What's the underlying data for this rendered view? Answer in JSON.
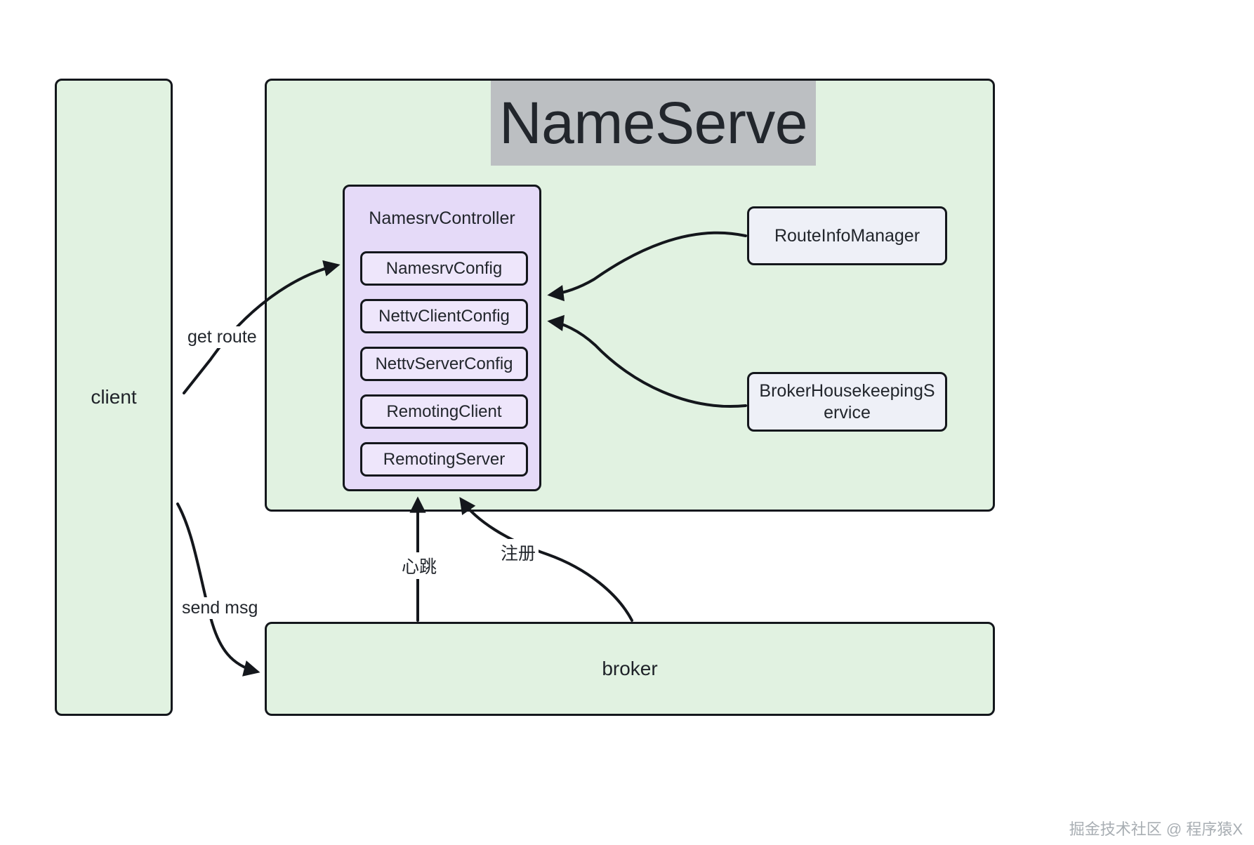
{
  "diagram": {
    "title": "NameServe",
    "watermark": "掘金技术社区 @ 程序猿X",
    "colors": {
      "green_fill": "#e1f2e1",
      "purple_fill": "#e5daf8",
      "purple_sub_fill": "#eee6fb",
      "light_box_fill": "#eef0f7",
      "title_highlight": "#bcbfc2",
      "stroke": "#14171c",
      "text": "#22262c",
      "watermark": "#9aa0a6"
    },
    "nodes": {
      "client": {
        "label": "client",
        "shape": "rectangle",
        "fill": "green"
      },
      "broker": {
        "label": "broker",
        "shape": "rectangle",
        "fill": "green"
      },
      "nameserver": {
        "label": "NameServe",
        "shape": "rectangle",
        "fill": "green"
      },
      "controller": {
        "label": "NamesrvController",
        "shape": "rounded-rectangle",
        "fill": "purple",
        "children": [
          {
            "label": "NamesrvConfig"
          },
          {
            "label": "NettvClientConfig"
          },
          {
            "label": "NettvServerConfig"
          },
          {
            "label": "RemotingClient"
          },
          {
            "label": "RemotingServer"
          }
        ]
      },
      "route_info_manager": {
        "label": "RouteInfoManager",
        "shape": "rounded-rectangle",
        "fill": "light"
      },
      "broker_housekeeping_service": {
        "label": "BrokerHousekeepingS ervice",
        "line1": "BrokerHousekeepingS",
        "line2": "ervice",
        "shape": "rounded-rectangle",
        "fill": "light"
      }
    },
    "edges": [
      {
        "from": "client",
        "to": "controller",
        "label": "get route",
        "style": "curved-arrow"
      },
      {
        "from": "client",
        "to": "broker",
        "label": "send msg",
        "style": "curved-arrow"
      },
      {
        "from": "broker",
        "to": "controller",
        "label": "心跳",
        "style": "straight-arrow"
      },
      {
        "from": "broker",
        "to": "controller",
        "label": "注册",
        "style": "curved-arrow"
      },
      {
        "from": "route_info_manager",
        "to": "controller",
        "label": "",
        "style": "curved-arrow"
      },
      {
        "from": "broker_housekeeping_service",
        "to": "controller",
        "label": "",
        "style": "curved-arrow"
      }
    ]
  }
}
